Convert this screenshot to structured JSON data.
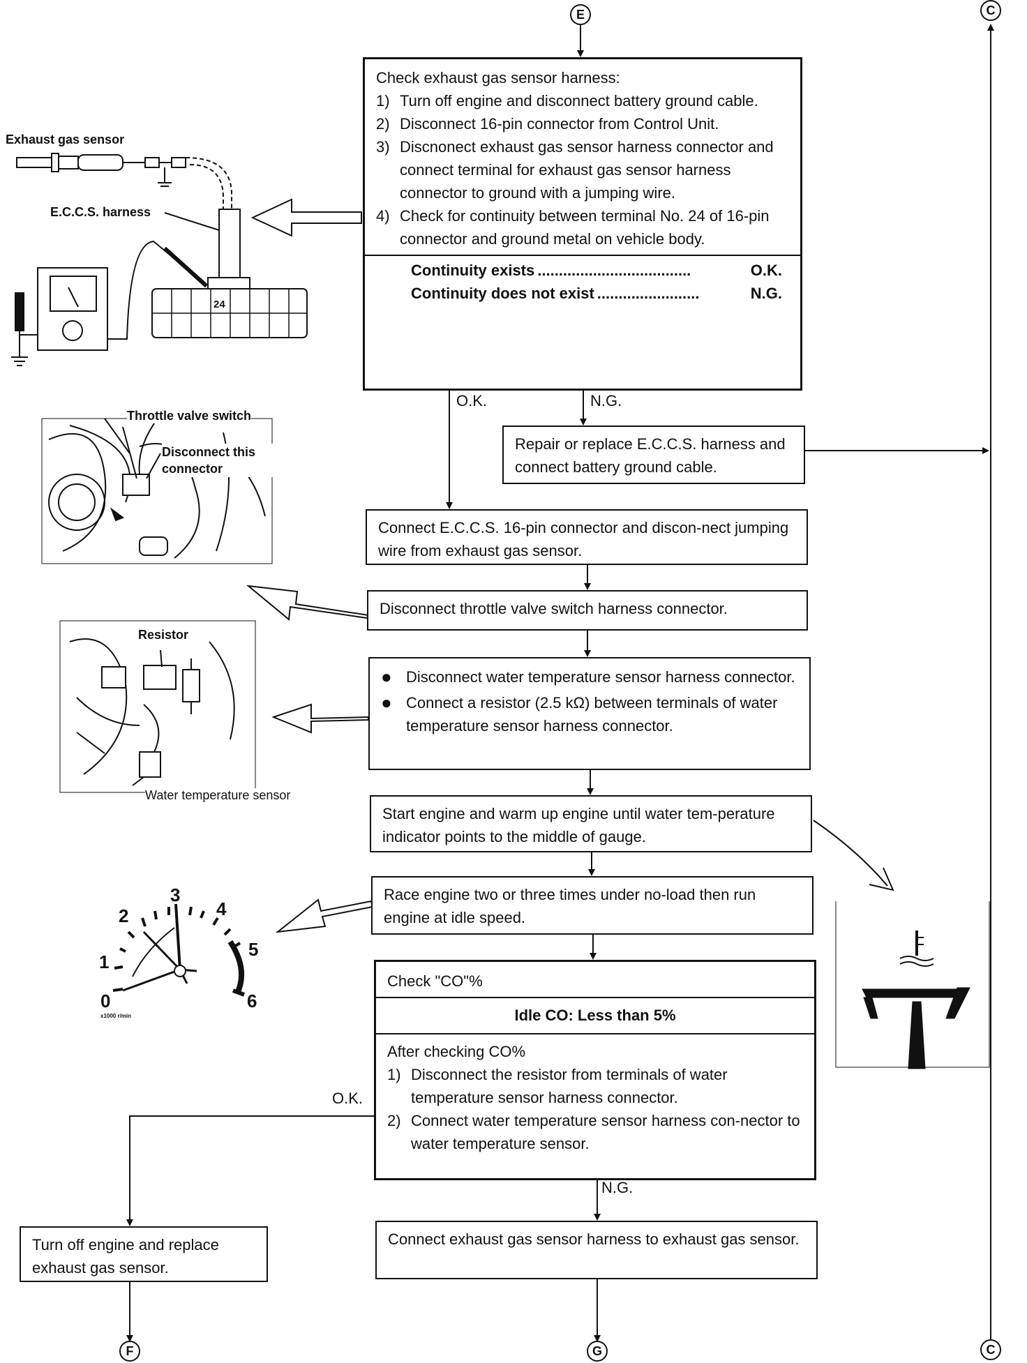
{
  "connectors": {
    "top_entry": "E",
    "top_right": "C",
    "bottom_right": "C",
    "bottom_left": "F",
    "bottom_mid": "G"
  },
  "box1": {
    "title": "Check exhaust gas sensor harness:",
    "steps": [
      {
        "num": "1)",
        "text": "Turn off engine and disconnect battery ground cable."
      },
      {
        "num": "2)",
        "text": "Disconnect 16-pin connector from Control Unit."
      },
      {
        "num": "3)",
        "text": "Discnonect exhaust gas sensor harness connector and connect terminal for exhaust gas sensor harness connector to ground with a jumping wire."
      },
      {
        "num": "4)",
        "text": "Check for continuity between terminal No. 24 of 16-pin connector and ground metal on vehicle body."
      }
    ],
    "results": [
      {
        "label": "Continuity exists",
        "dots": "....................................",
        "value": "O.K."
      },
      {
        "label": "Continuity does not exist",
        "dots": "........................",
        "value": "N.G."
      }
    ]
  },
  "labels": {
    "ok1": "O.K.",
    "ng1": "N.G.",
    "ok2": "O.K.",
    "ng2": "N.G."
  },
  "box_repair": "Repair or replace E.C.C.S. harness and connect battery ground cable.",
  "box_connect": "Connect E.C.C.S. 16-pin connector and discon-nect jumping wire from exhaust gas sensor.",
  "box_throttle": "Disconnect throttle valve switch harness connector.",
  "box_water": [
    "Disconnect water temperature sensor harness connector.",
    "Connect a resistor (2.5 kΩ) between terminals of water temperature sensor harness connector."
  ],
  "box_start": "Start engine and warm up engine until water tem-perature indicator points to the middle of gauge.",
  "box_race": "Race engine two or three times under no-load then run engine at idle speed.",
  "box_co": {
    "title": "Check \"CO\"%",
    "spec": "Idle CO:  Less than 5%",
    "after_title": "After checking CO%",
    "steps": [
      {
        "num": "1)",
        "text": "Disconnect the resistor from terminals of water temperature sensor harness connector."
      },
      {
        "num": "2)",
        "text": "Connect water temperature sensor harness con-nector to water temperature sensor."
      }
    ]
  },
  "box_replace": "Turn off engine and replace exhaust gas sensor.",
  "box_connect_gas": "Connect exhaust gas sensor harness to exhaust gas sensor.",
  "figures": {
    "fig1_sensor": "Exhaust gas sensor",
    "fig1_harness": "E.C.C.S. harness",
    "fig1_terminal": "24",
    "fig2_switch": "Throttle valve switch",
    "fig2_disconnect": "Disconnect this connector",
    "fig3_resistor": "Resistor",
    "fig3_sensor": "Water temperature sensor",
    "tach_numbers": [
      "0",
      "1",
      "2",
      "3",
      "4",
      "5",
      "6"
    ],
    "tach_unit": "x1000 r/min"
  }
}
